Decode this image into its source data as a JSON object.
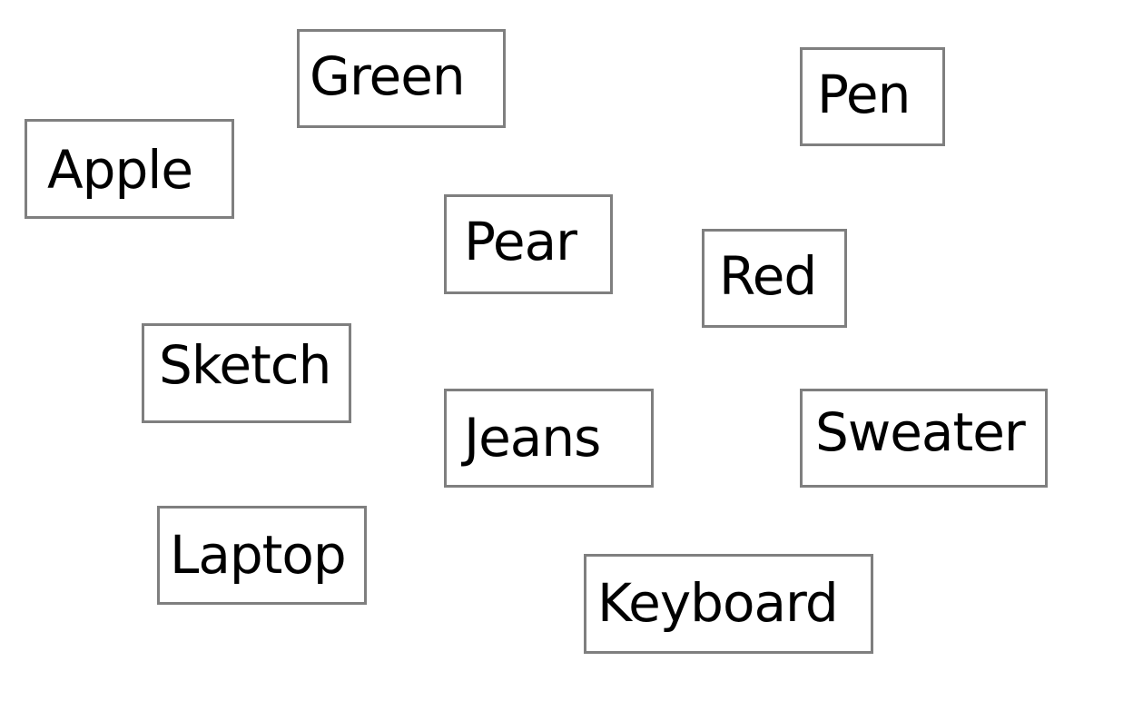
{
  "cards": {
    "green": "Green",
    "pen": "Pen",
    "apple": "Apple",
    "pear": "Pear",
    "red": "Red",
    "sketch": "Sketch",
    "jeans": "Jeans",
    "sweater": "Sweater",
    "laptop": "Laptop",
    "keyboard": "Keyboard"
  },
  "colors": {
    "background": "#ffffff",
    "card_border": "#7f7f7f",
    "text": "#000000"
  }
}
